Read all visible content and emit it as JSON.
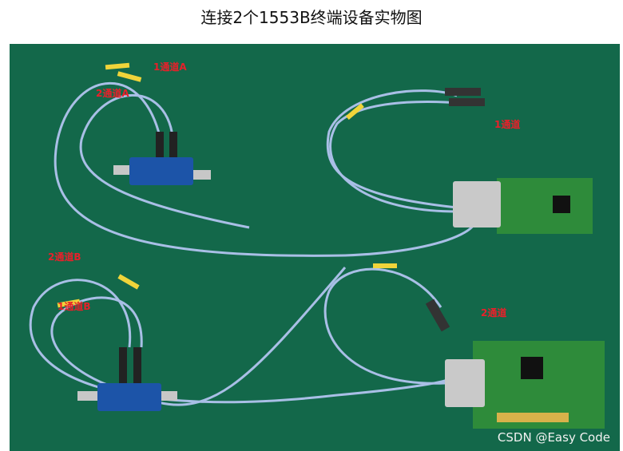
{
  "title": "连接2个1553B终端设备实物图",
  "labels": {
    "ch1a": "1通道A",
    "ch2a": "2通道A",
    "ch2b": "2通道B",
    "ch1b": "1通道B",
    "ch1": "1通道",
    "ch2": "2通道"
  },
  "watermark": "CSDN @Easy Code",
  "colors": {
    "background": "#13684a",
    "cable": "#a9bfe6",
    "label": "#e8202a"
  }
}
